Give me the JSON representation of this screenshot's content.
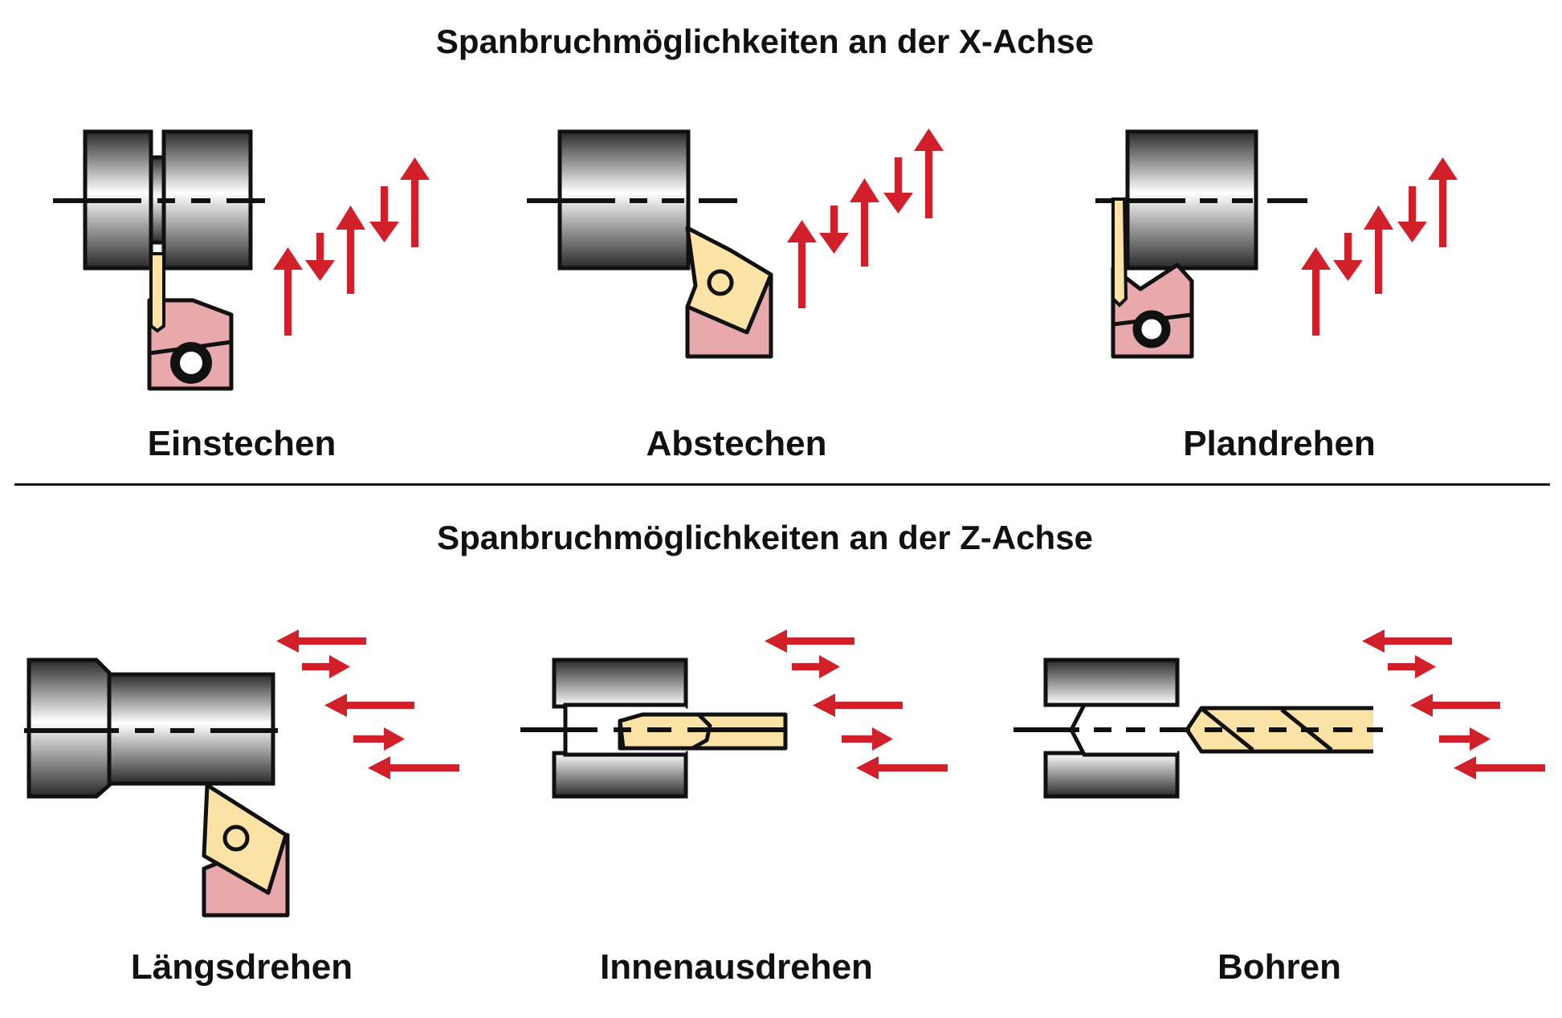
{
  "sections": [
    {
      "title": "Spanbruchmöglichkeiten an der X-Achse",
      "operations": [
        {
          "label": "Einstechen"
        },
        {
          "label": "Abstechen"
        },
        {
          "label": "Plandrehen"
        }
      ]
    },
    {
      "title": "Spanbruchmöglichkeiten an der Z-Achse",
      "operations": [
        {
          "label": "Längsdrehen"
        },
        {
          "label": "Innenausdrehen"
        },
        {
          "label": "Bohren"
        }
      ]
    }
  ],
  "colors": {
    "arrow": "#d2202a",
    "insert": "#fbe3a6",
    "holder": "#e8a9ad",
    "outline": "#111111",
    "steel_dark": "#2a2a2a",
    "steel_light": "#ffffff"
  }
}
